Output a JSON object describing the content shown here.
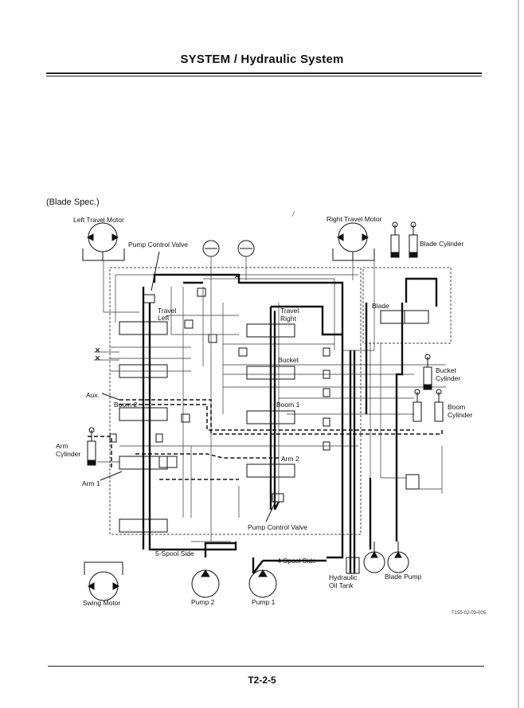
{
  "header": {
    "title": "SYSTEM / Hydraulic System"
  },
  "subtitle": "(Blade Spec.)",
  "labels": {
    "left_travel_motor": "Left Travel Motor",
    "right_travel_motor": "Right Travel Motor",
    "pump_control_valve_top": "Pump Control Valve",
    "blade_cylinder": "Blade Cylinder",
    "travel_left_1": "Travel",
    "travel_left_2": "Left",
    "travel_right_1": "Travel",
    "travel_right_2": "Right",
    "blade": "Blade",
    "bucket": "Bucket",
    "bucket_cylinder_1": "Bucket",
    "bucket_cylinder_2": "Cylinder",
    "aux": "Aux.",
    "boom2": "Boom 2",
    "boom1": "Boom 1",
    "boom_cylinder_1": "Boom",
    "boom_cylinder_2": "Cylinder",
    "arm_cylinder_1": "Arm",
    "arm_cylinder_2": "Cylinder",
    "arm2": "Arm 2",
    "arm1": "Arm 1",
    "pump_control_valve_bottom": "Pump Control Valve",
    "five_spool_side": "5-Spool Side",
    "four_spool_side": "4-Spool Side",
    "hydraulic_oil_tank_1": "Hydraulic",
    "hydraulic_oil_tank_2": "Oil Tank",
    "blade_pump": "Blade Pump",
    "swing_motor": "Swing Motor",
    "pump2": "Pump 2",
    "pump1": "Pump 1",
    "figure_code": "T155-02-03-005"
  },
  "footer": {
    "page_number": "T2-2-5"
  }
}
